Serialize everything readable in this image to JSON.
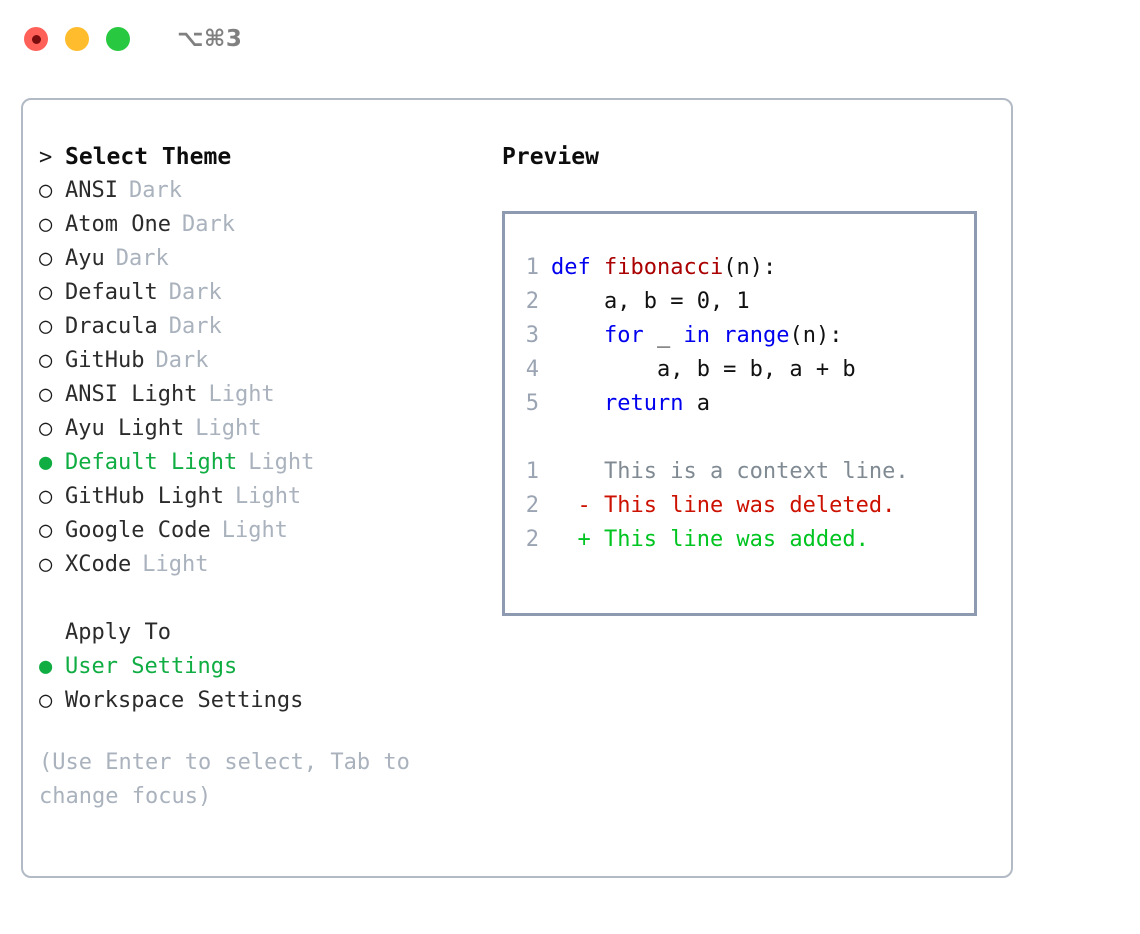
{
  "titlebar": {
    "shortcut": "⌥⌘3",
    "buttons": [
      {
        "name": "close",
        "color": "#ff6058"
      },
      {
        "name": "minimize",
        "color": "#ffbd2e"
      },
      {
        "name": "zoom",
        "color": "#28c840"
      }
    ]
  },
  "colors": {
    "selected_green": "#10ad43",
    "muted_grey": "#a9b2bd",
    "panel_border": "#b2bac6",
    "preview_border": "#8d9aaf",
    "keyword_blue": "#0000ee",
    "function_red": "#aa0000",
    "diff_added": "#00c420",
    "diff_deleted": "#cc1100",
    "line_number": "#9aa4b2"
  },
  "theme_panel": {
    "heading_marker": ">",
    "heading": "Select Theme",
    "marker_unselected": "○",
    "marker_selected": "●",
    "items": [
      {
        "name": "ANSI",
        "tag": "Dark",
        "selected": false
      },
      {
        "name": "Atom One",
        "tag": "Dark",
        "selected": false
      },
      {
        "name": "Ayu",
        "tag": "Dark",
        "selected": false
      },
      {
        "name": "Default",
        "tag": "Dark",
        "selected": false
      },
      {
        "name": "Dracula",
        "tag": "Dark",
        "selected": false
      },
      {
        "name": "GitHub",
        "tag": "Dark",
        "selected": false
      },
      {
        "name": "ANSI Light",
        "tag": "Light",
        "selected": false
      },
      {
        "name": "Ayu Light",
        "tag": "Light",
        "selected": false
      },
      {
        "name": "Default Light",
        "tag": "Light",
        "selected": true
      },
      {
        "name": "GitHub Light",
        "tag": "Light",
        "selected": false
      },
      {
        "name": "Google Code",
        "tag": "Light",
        "selected": false
      },
      {
        "name": "XCode",
        "tag": "Light",
        "selected": false
      }
    ]
  },
  "apply_to": {
    "heading": "Apply To",
    "options": [
      {
        "label": "User Settings",
        "selected": true
      },
      {
        "label": "Workspace Settings",
        "selected": false
      }
    ]
  },
  "hint": "(Use Enter to select, Tab to change focus)",
  "preview": {
    "title": "Preview",
    "code_lines": [
      {
        "no": "1",
        "tokens": [
          {
            "t": "def ",
            "c": "kw"
          },
          {
            "t": "fibonacci",
            "c": "fn"
          },
          {
            "t": "(n):",
            "c": "plain"
          }
        ]
      },
      {
        "no": "2",
        "tokens": [
          {
            "t": "    a, b = 0, 1",
            "c": "plain"
          }
        ]
      },
      {
        "no": "3",
        "tokens": [
          {
            "t": "    ",
            "c": "plain"
          },
          {
            "t": "for",
            "c": "kw"
          },
          {
            "t": " _ ",
            "c": "plain"
          },
          {
            "t": "in",
            "c": "kw"
          },
          {
            "t": " ",
            "c": "plain"
          },
          {
            "t": "range",
            "c": "kw"
          },
          {
            "t": "(n):",
            "c": "plain"
          }
        ]
      },
      {
        "no": "4",
        "tokens": [
          {
            "t": "        a, b = b, a + b",
            "c": "plain"
          }
        ]
      },
      {
        "no": "5",
        "tokens": [
          {
            "t": "    ",
            "c": "plain"
          },
          {
            "t": "return",
            "c": "kw"
          },
          {
            "t": " a",
            "c": "plain"
          }
        ]
      }
    ],
    "diff_lines": [
      {
        "no": "1",
        "sign": " ",
        "text": " This is a context line.",
        "kind": "ctx"
      },
      {
        "no": "2",
        "sign": "-",
        "text": " This line was deleted.",
        "kind": "del"
      },
      {
        "no": "2",
        "sign": "+",
        "text": " This line was added.",
        "kind": "add"
      }
    ]
  }
}
